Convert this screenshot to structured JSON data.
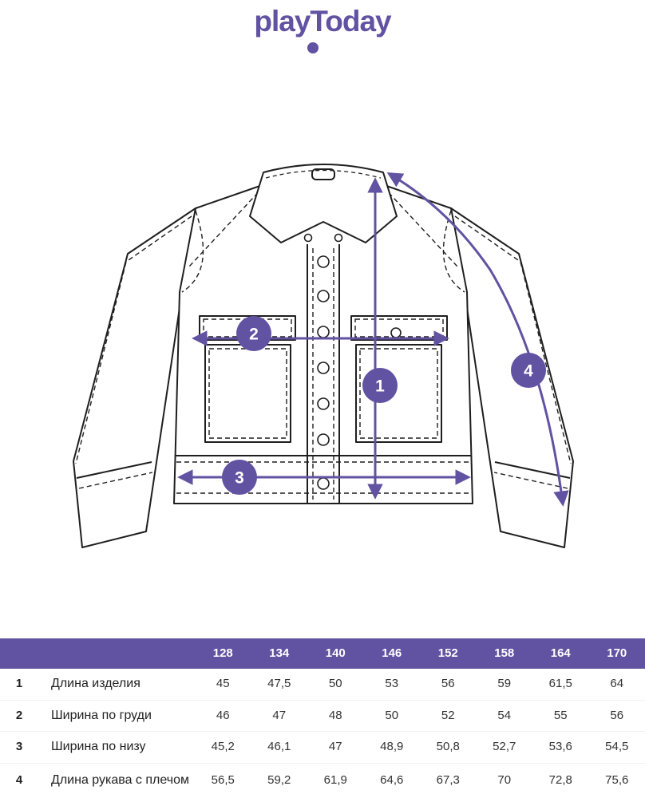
{
  "brand": {
    "logo_text": "playToday",
    "accent_color": "#6152a2"
  },
  "diagram": {
    "description": "jacket technical line drawing with measurement callouts",
    "callouts": [
      {
        "label": "1"
      },
      {
        "label": "2"
      },
      {
        "label": "3"
      },
      {
        "label": "4"
      }
    ]
  },
  "chart_data": {
    "type": "table",
    "columns": [
      "128",
      "134",
      "140",
      "146",
      "152",
      "158",
      "164",
      "170"
    ],
    "rows": [
      {
        "num": "1",
        "label": "Длина изделия",
        "values": [
          "45",
          "47,5",
          "50",
          "53",
          "56",
          "59",
          "61,5",
          "64"
        ]
      },
      {
        "num": "2",
        "label": "Ширина по груди",
        "values": [
          "46",
          "47",
          "48",
          "50",
          "52",
          "54",
          "55",
          "56"
        ]
      },
      {
        "num": "3",
        "label": "Ширина по низу",
        "values": [
          "45,2",
          "46,1",
          "47",
          "48,9",
          "50,8",
          "52,7",
          "53,6",
          "54,5"
        ]
      },
      {
        "num": "4",
        "label": "Длина рукава с плечом",
        "values": [
          "56,5",
          "59,2",
          "61,9",
          "64,6",
          "67,3",
          "70",
          "72,8",
          "75,6"
        ]
      }
    ]
  }
}
